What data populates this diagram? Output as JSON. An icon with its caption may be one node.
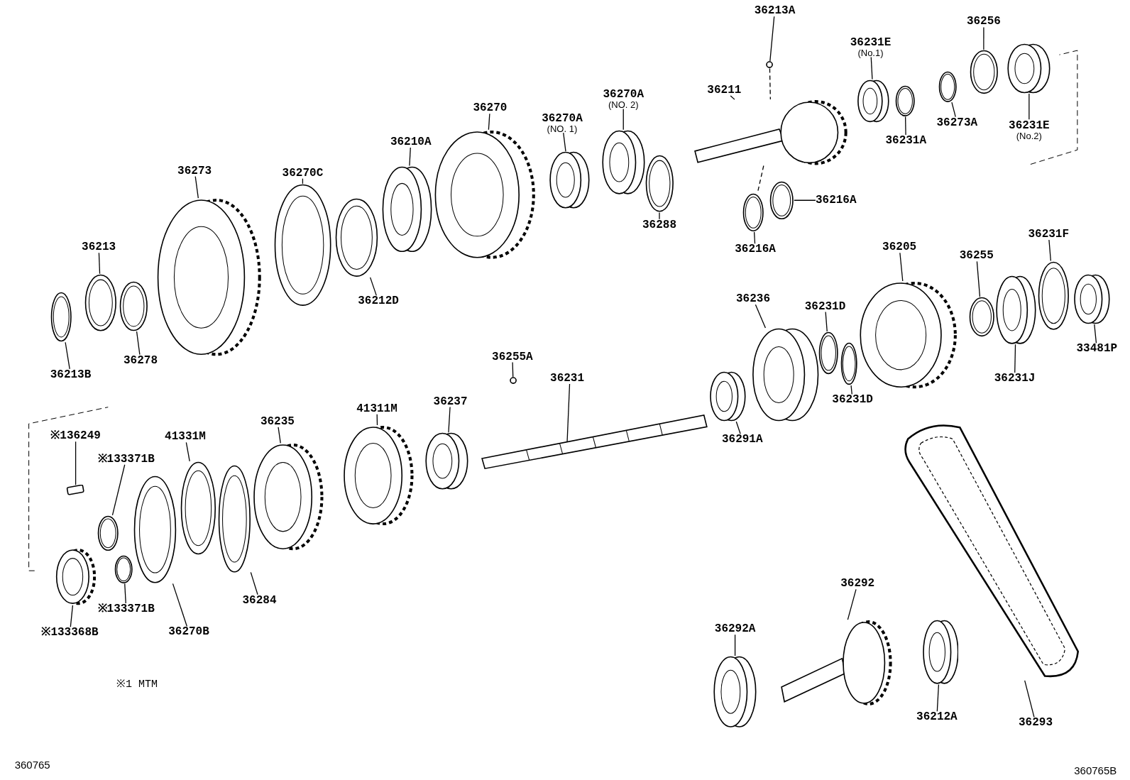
{
  "diagram": {
    "nodes": [
      {
        "text": [
          "36213A"
        ]
      },
      {
        "text": [],
        "shape": "circle"
      },
      {
        "text": [
          "36231E",
          "(No.1)"
        ]
      },
      {
        "text": [],
        "shape": "picture"
      },
      {
        "text": [
          "36256"
        ]
      },
      {
        "text": [],
        "shape": "picture"
      },
      {
        "text": [
          "36231E",
          "(No.2)"
        ]
      },
      {
        "text": [],
        "shape": "picture"
      },
      {
        "text": [
          "36273A"
        ]
      },
      {
        "text": [],
        "shape": "picture"
      },
      {
        "text": [
          "36231A"
        ]
      },
      {
        "text": [],
        "shape": "picture"
      },
      {
        "text": [
          "36211"
        ]
      },
      {
        "text": [],
        "shape": "picture"
      },
      {
        "text": [
          "36270A",
          "(NO. 2)"
        ]
      },
      {
        "text": [],
        "shape": "picture"
      },
      {
        "text": [
          "36270A",
          "(NO. 1)"
        ]
      },
      {
        "text": [],
        "shape": "picture"
      },
      {
        "text": [
          "36270"
        ]
      },
      {
        "text": [],
        "shape": "picture"
      },
      {
        "text": [
          "36210A"
        ]
      },
      {
        "text": [],
        "shape": "picture"
      },
      {
        "text": [
          "36270C"
        ]
      },
      {
        "text": [],
        "shape": "picture"
      },
      {
        "text": [
          "36273"
        ]
      },
      {
        "text": [],
        "shape": "picture"
      },
      {
        "text": [
          "36213"
        ]
      },
      {
        "text": [],
        "shape": "picture"
      },
      {
        "text": [
          "36278"
        ]
      },
      {
        "text": [],
        "shape": "picture"
      },
      {
        "text": [
          "36213B"
        ]
      },
      {
        "text": [],
        "shape": "picture"
      },
      {
        "text": [
          "36212D"
        ]
      },
      {
        "text": [],
        "shape": "picture"
      },
      {
        "text": [
          "36288"
        ]
      },
      {
        "text": [],
        "shape": "picture"
      },
      {
        "text": [
          "36216A"
        ]
      },
      {
        "text": [],
        "shape": "picture"
      },
      {
        "text": [
          "36216A"
        ]
      },
      {
        "text": [],
        "shape": "picture"
      },
      {
        "text": [
          "36205"
        ]
      },
      {
        "text": [],
        "shape": "picture"
      },
      {
        "text": [
          "36255"
        ]
      },
      {
        "text": [],
        "shape": "picture"
      },
      {
        "text": [
          "36231F"
        ]
      },
      {
        "text": [],
        "shape": "picture"
      },
      {
        "text": [
          "33481P"
        ]
      },
      {
        "text": [],
        "shape": "picture"
      },
      {
        "text": [
          "36231J"
        ]
      },
      {
        "text": [],
        "shape": "picture"
      },
      {
        "text": [
          "36236"
        ]
      },
      {
        "text": [],
        "shape": "picture"
      },
      {
        "text": [
          "36231D"
        ]
      },
      {
        "text": [],
        "shape": "picture"
      },
      {
        "text": [
          "36231D"
        ]
      },
      {
        "text": [],
        "shape": "picture"
      },
      {
        "text": [
          "36291A"
        ]
      },
      {
        "text": [],
        "shape": "picture"
      },
      {
        "text": [
          "36255A"
        ]
      },
      {
        "text": [],
        "shape": "circle"
      },
      {
        "text": [
          "36231"
        ]
      },
      {
        "text": [],
        "shape": "picture"
      },
      {
        "text": [
          "36237"
        ]
      },
      {
        "text": [],
        "shape": "picture"
      },
      {
        "text": [
          "41311M"
        ]
      },
      {
        "text": [],
        "shape": "picture"
      },
      {
        "text": [
          "36235"
        ]
      },
      {
        "text": [],
        "shape": "picture"
      },
      {
        "text": [
          "41331M"
        ]
      },
      {
        "text": [],
        "shape": "picture"
      },
      {
        "text": [
          "※136249"
        ]
      },
      {
        "text": [],
        "shape": "box"
      },
      {
        "text": [
          "※133371B"
        ]
      },
      {
        "text": [],
        "shape": "picture"
      },
      {
        "text": [
          "※133371B"
        ]
      },
      {
        "text": [],
        "shape": "picture"
      },
      {
        "text": [
          "※133368B"
        ]
      },
      {
        "text": [],
        "shape": "picture"
      },
      {
        "text": [
          "36270B"
        ]
      },
      {
        "text": [],
        "shape": "picture"
      },
      {
        "text": [
          "36284"
        ]
      },
      {
        "text": [],
        "shape": "picture"
      },
      {
        "text": [
          "36292"
        ]
      },
      {
        "text": [],
        "shape": "picture"
      },
      {
        "text": [
          "36292A"
        ]
      },
      {
        "text": [],
        "shape": "picture"
      },
      {
        "text": [
          "36212A"
        ]
      },
      {
        "text": [],
        "shape": "picture"
      },
      {
        "text": [
          "36293"
        ]
      },
      {
        "text": [],
        "shape": "picture"
      }
    ],
    "edges": [
      {
        "from": 0,
        "to": 1,
        "arrow": "none"
      },
      {
        "from": 2,
        "to": 3,
        "arrow": "none"
      },
      {
        "from": 4,
        "to": 5,
        "arrow": "none"
      },
      {
        "from": 6,
        "to": 7,
        "arrow": "none"
      },
      {
        "from": 8,
        "to": 9,
        "arrow": "none"
      },
      {
        "from": 10,
        "to": 11,
        "arrow": "none"
      },
      {
        "from": 12,
        "to": 13,
        "arrow": "none"
      },
      {
        "from": 14,
        "to": 15,
        "arrow": "none"
      },
      {
        "from": 16,
        "to": 17,
        "arrow": "none"
      },
      {
        "from": 18,
        "to": 19,
        "arrow": "none"
      },
      {
        "from": 20,
        "to": 21,
        "arrow": "none"
      },
      {
        "from": 22,
        "to": 23,
        "arrow": "none"
      },
      {
        "from": 24,
        "to": 25,
        "arrow": "none"
      },
      {
        "from": 26,
        "to": 27,
        "arrow": "none"
      },
      {
        "from": 28,
        "to": 29,
        "arrow": "none"
      },
      {
        "from": 30,
        "to": 31,
        "arrow": "none"
      },
      {
        "from": 32,
        "to": 33,
        "arrow": "none"
      },
      {
        "from": 34,
        "to": 35,
        "arrow": "none"
      },
      {
        "from": 36,
        "to": 37,
        "arrow": "none"
      },
      {
        "from": 38,
        "to": 39,
        "arrow": "none"
      },
      {
        "from": 40,
        "to": 41,
        "arrow": "none"
      },
      {
        "from": 42,
        "to": 43,
        "arrow": "none"
      },
      {
        "from": 44,
        "to": 45,
        "arrow": "none"
      },
      {
        "from": 46,
        "to": 47,
        "arrow": "none"
      },
      {
        "from": 48,
        "to": 49,
        "arrow": "none"
      },
      {
        "from": 50,
        "to": 51,
        "arrow": "none"
      },
      {
        "from": 52,
        "to": 53,
        "arrow": "none"
      },
      {
        "from": 54,
        "to": 55,
        "arrow": "none"
      },
      {
        "from": 56,
        "to": 57,
        "arrow": "none"
      },
      {
        "from": 58,
        "to": 59,
        "arrow": "none"
      },
      {
        "from": 60,
        "to": 61,
        "arrow": "none"
      },
      {
        "from": 62,
        "to": 63,
        "arrow": "none"
      },
      {
        "from": 64,
        "to": 65,
        "arrow": "none"
      },
      {
        "from": 66,
        "to": 67,
        "arrow": "none"
      },
      {
        "from": 68,
        "to": 69,
        "arrow": "none"
      },
      {
        "from": 70,
        "to": 71,
        "arrow": "none"
      },
      {
        "from": 72,
        "to": 73,
        "arrow": "none"
      },
      {
        "from": 74,
        "to": 75,
        "arrow": "none"
      },
      {
        "from": 76,
        "to": 77,
        "arrow": "none"
      },
      {
        "from": 78,
        "to": 79,
        "arrow": "none"
      },
      {
        "from": 80,
        "to": 81,
        "arrow": "none"
      },
      {
        "from": 82,
        "to": 83,
        "arrow": "none"
      },
      {
        "from": 84,
        "to": 85,
        "arrow": "none"
      },
      {
        "from": 86,
        "to": 87,
        "arrow": "none"
      },
      {
        "from": 88,
        "to": 89,
        "arrow": "none"
      },
      {
        "from": 1,
        "to": 13,
        "arrow": "none",
        "style": "dashed"
      },
      {
        "from": 13,
        "to": 39,
        "arrow": "none",
        "style": "dashed"
      }
    ],
    "labels": [
      "※1 MTM",
      "360765",
      "360765B"
    ]
  }
}
